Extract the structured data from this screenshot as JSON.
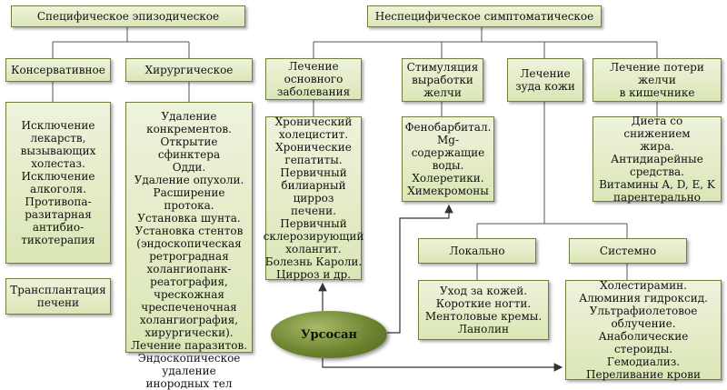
{
  "top_left": "Специфическое эпизодическое",
  "top_right": "Неспецифическое симптоматическое",
  "conservative": "Консервативное",
  "surgical": "Хирургическое",
  "conservative_list": "Исключение\nлекарств,\nвызывающих\nхолестаз.\nИсключение\nалкоголя.\nПротивопа-\nразитарная\nантибио-\nтикотерапия",
  "transplant": "Трансплантация\nпечени",
  "surgical_list": "Удаление\nконкрементов.\nОткрытие сфинктера\nОдди.\nУдаление опухоли.\nРасширение протока.\nУстановка шунта.\nУстановка стентов\n(эндоскопическая\nретроградная\nхолангиопанк-\nреатография,\nчрескожная\nчреспеченочная\nхолангиография,\nхирургически).\nЛечение паразитов.\nЭндоскопическое\nудаление\nинородных тел",
  "main_disease": "Лечение основного\nзаболевания",
  "main_disease_list": "Хронический\nхолецистит.\nХронические\nгепатиты.\nПервичный\nбилиарный цирроз\nпечени.\nПервичный\nсклерозирующий\nхолангит.\nБолезнь Кароли.\nЦирроз и др.",
  "bile_stim": "Стимуляция\nвыработки\nжелчи",
  "bile_stim_list": "Фенобарбитал.\nMg-содержащие\nводы.\nХолеретики.\nХимекромоны",
  "itch": "Лечение\nзуда кожи",
  "bile_loss": "Лечение потери желчи\nв кишечнике",
  "bile_loss_list": "Диета со снижением\nжира.\nАнтидиарейные\nсредства.\nВитамины A, D, E, K\nпарентерально",
  "local": "Локально",
  "systemic": "Системно",
  "local_list": "Уход за кожей.\nКороткие ногти.\nМентоловые кремы.\nЛанолин",
  "systemic_list": "Холестирамин.\nАлюминия гидроксид.\nУльтрафиолетовое\nоблучение.\nАнаболические стероиды.\nГемодиализ.\nПереливание крови",
  "ursosan": "Урсосан"
}
